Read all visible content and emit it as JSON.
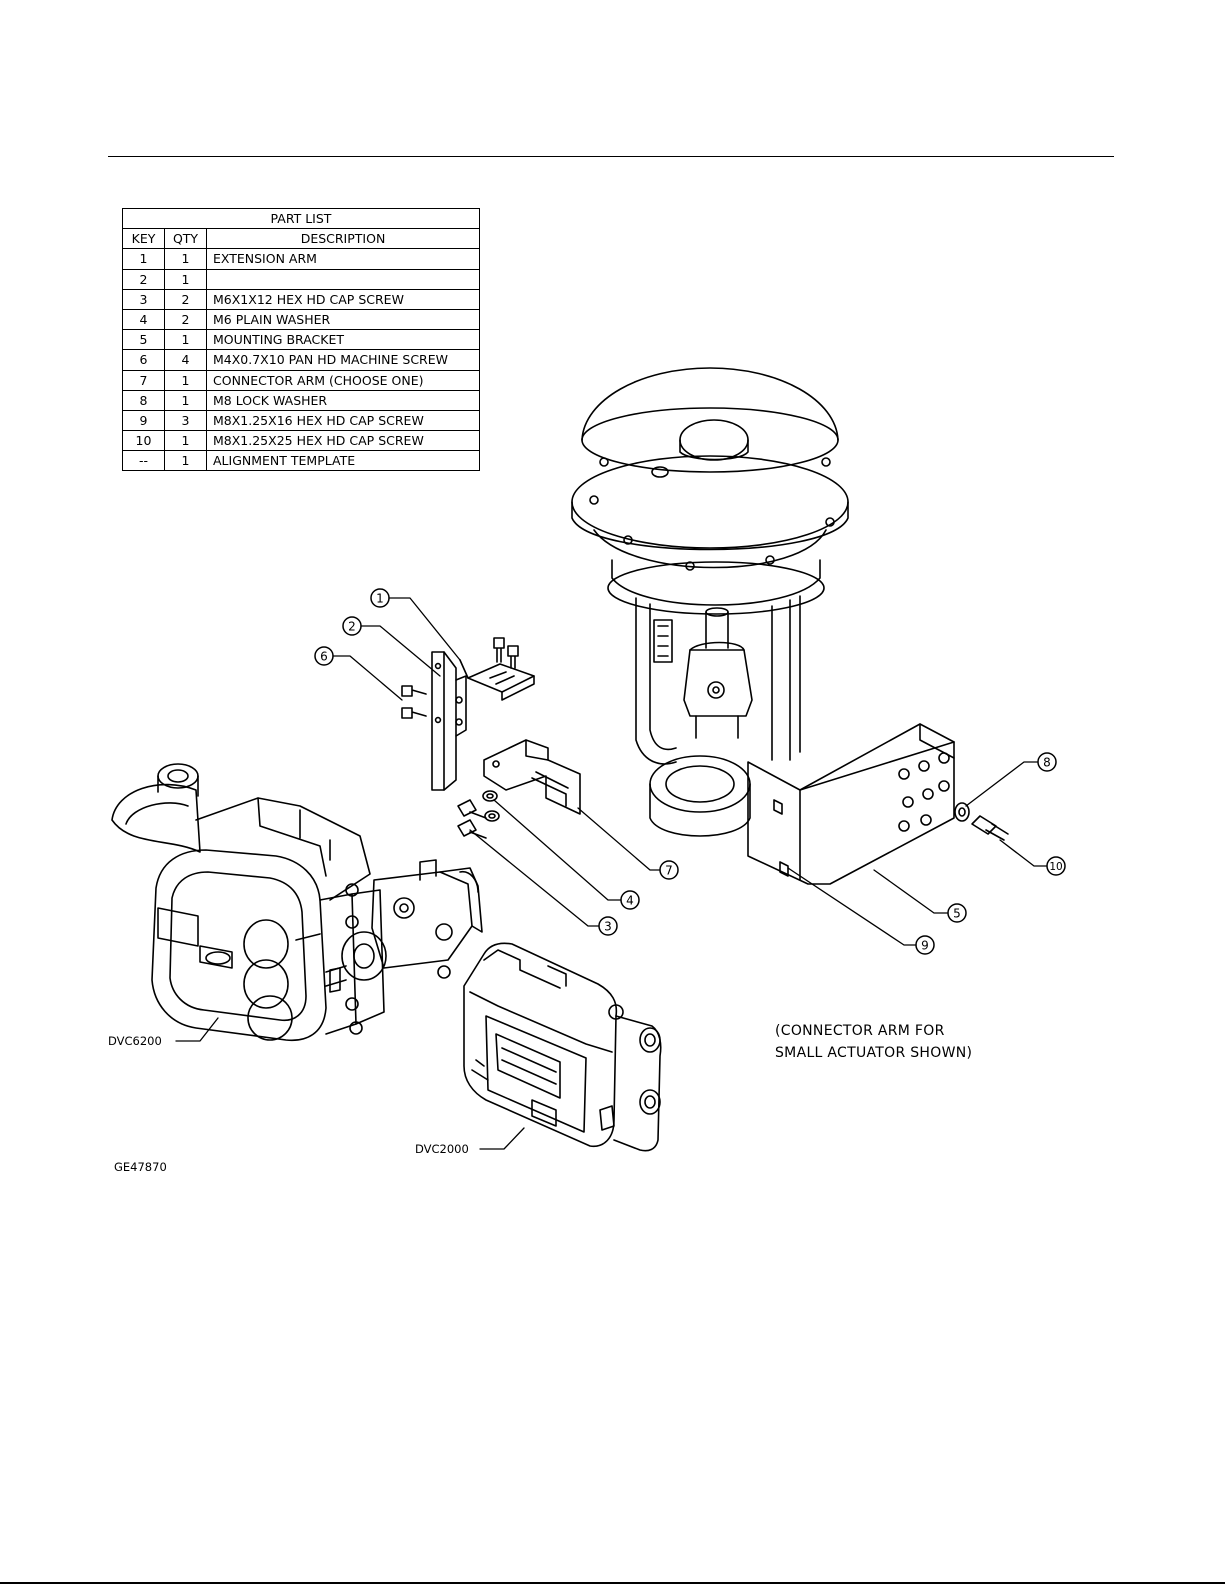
{
  "part_list": {
    "title": "PART LIST",
    "headers": {
      "key": "KEY",
      "qty": "QTY",
      "description": "DESCRIPTION"
    },
    "rows": [
      {
        "key": "1",
        "qty": "1",
        "description": "EXTENSION ARM"
      },
      {
        "key": "2",
        "qty": "1",
        "description": ""
      },
      {
        "key": "3",
        "qty": "2",
        "description": "M6X1X12 HEX HD CAP SCREW"
      },
      {
        "key": "4",
        "qty": "2",
        "description": "M6 PLAIN WASHER"
      },
      {
        "key": "5",
        "qty": "1",
        "description": "MOUNTING BRACKET"
      },
      {
        "key": "6",
        "qty": "4",
        "description": "M4X0.7X10 PAN HD MACHINE SCREW"
      },
      {
        "key": "7",
        "qty": "1",
        "description": "CONNECTOR ARM (CHOOSE ONE)"
      },
      {
        "key": "8",
        "qty": "1",
        "description": "M8 LOCK WASHER"
      },
      {
        "key": "9",
        "qty": "3",
        "description": "M8X1.25X16 HEX HD CAP SCREW"
      },
      {
        "key": "10",
        "qty": "1",
        "description": "M8X1.25X25 HEX HD CAP SCREW"
      },
      {
        "key": "--",
        "qty": "1",
        "description": "ALIGNMENT TEMPLATE"
      }
    ]
  },
  "callouts": {
    "c1": "1",
    "c2": "2",
    "c3": "3",
    "c4": "4",
    "c5": "5",
    "c6": "6",
    "c7": "7",
    "c8": "8",
    "c9": "9",
    "c10": "10"
  },
  "labels": {
    "dvc6200": "DVC6200",
    "dvc2000": "DVC2000",
    "drawing_id": "GE47870"
  },
  "note": {
    "line1": "(CONNECTOR ARM FOR",
    "line2": "SMALL ACTUATOR SHOWN)"
  }
}
